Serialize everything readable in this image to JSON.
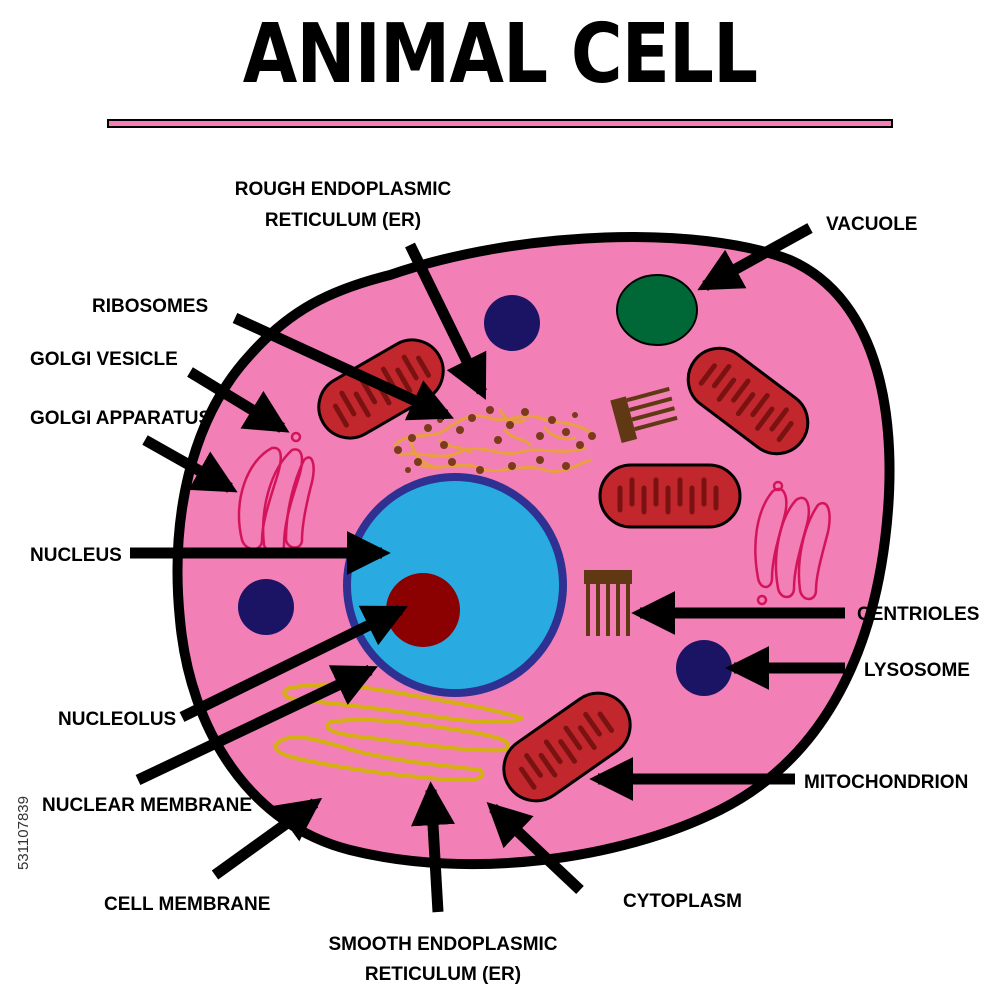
{
  "title": "ANIMAL CELL",
  "labels": {
    "rough_er_1": "ROUGH ENDOPLASMIC",
    "rough_er_2": "RETICULUM (ER)",
    "ribosomes": "RIBOSOMES",
    "golgi_vesicle": "GOLGI VESICLE",
    "golgi_apparatus": "GOLGI APPARATUS",
    "nucleus": "NUCLEUS",
    "nucleolus": "NUCLEOLUS",
    "nuclear_membrane": "NUCLEAR MEMBRANE",
    "cell_membrane": "CELL MEMBRANE",
    "smooth_er_1": "SMOOTH ENDOPLASMIC",
    "smooth_er_2": "RETICULUM (ER)",
    "cytoplasm": "CYTOPLASM",
    "mitochondrion": "MITOCHONDRION",
    "lysosome": "LYSOSOME",
    "centrioles": "CENTRIOLES",
    "vacuole": "VACUOLE"
  },
  "watermark": "531107839",
  "colors": {
    "cytoplasm": "#f27fb5",
    "nucleus": "#29abe2",
    "nuclear_membrane": "#2e3192",
    "nucleolus": "#8b0000",
    "mitochondria": "#c1272d",
    "lysosome": "#1b1464",
    "vacuole": "#006837",
    "golgi": "#d4145a",
    "ribosome_er": "#e8a040",
    "smooth_er": "#d4b012",
    "centriole": "#603813"
  }
}
